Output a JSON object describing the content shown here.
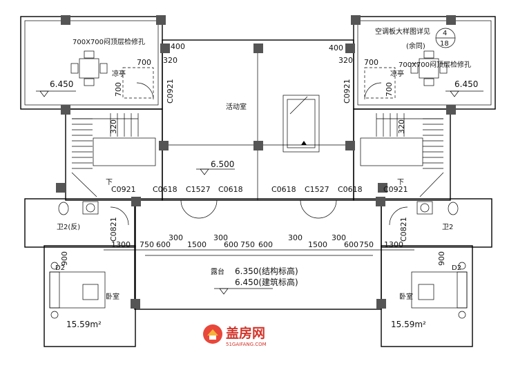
{
  "labels": {
    "hatch_left": "700X700闷顶层检修孔",
    "hatch_right": "700X700闷顶层检修孔",
    "ac_note": "空调板大样图详见",
    "ac_same": "(余同)",
    "ac_num_top": "4",
    "ac_num_bot": "18",
    "pavilion_left": "凉亭",
    "pavilion_right": "凉亭",
    "activity": "活动室",
    "terrace": "露台",
    "bath_left": "卫2(反)",
    "bath_right": "卫2",
    "bedroom_left": "卧室",
    "bedroom_right": "卧室",
    "area_left": "15.59m²",
    "area_right": "15.59m²",
    "down_left": "下",
    "down_right": "下",
    "d2_left": "D2",
    "d2_right": "D2"
  },
  "elevations": {
    "left": "6.450",
    "right": "6.450",
    "center": "6.500",
    "terrace_struct": "6.350(结构标高)",
    "terrace_arch": "6.450(建筑标高)"
  },
  "windows": {
    "w1": "C0921",
    "w2": "C0921",
    "w3": "C0921",
    "w4": "C0921",
    "w5": "C0618",
    "w6": "C1527",
    "w7": "C0618",
    "w8": "C0618",
    "w9": "C1527",
    "w10": "C0618",
    "w11": "C0821",
    "w12": "C0821"
  },
  "dims": {
    "d400a": "400",
    "d320a": "320",
    "d700a": "700",
    "d700b": "700",
    "d320b": "320",
    "d400b": "400",
    "d320c": "320",
    "d700c": "700",
    "d700d": "700",
    "d320d": "320",
    "row": [
      "1300",
      "750",
      "600",
      "300",
      "1500",
      "300",
      "600",
      "750",
      "600",
      "300",
      "1500",
      "300",
      "600",
      "750",
      "1300"
    ],
    "d900a": "900",
    "d900b": "900"
  },
  "logo": {
    "name": "盖房网",
    "url": "51GAIFANG.COM"
  }
}
